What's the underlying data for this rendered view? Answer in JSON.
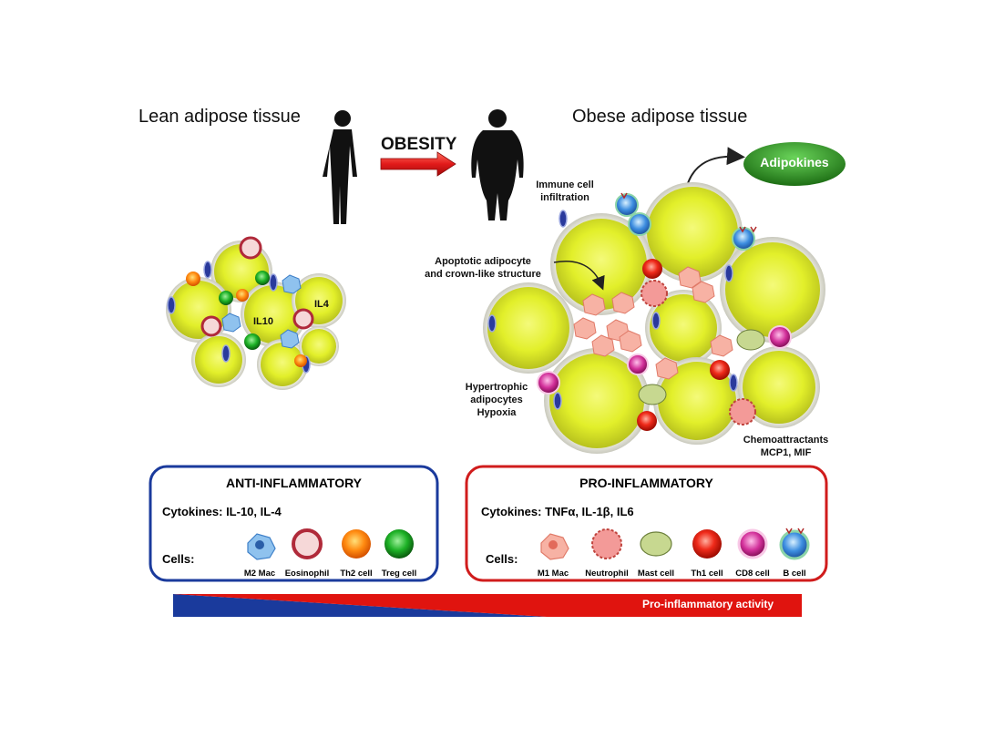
{
  "lean_title": "Lean adipose tissue",
  "obese_title": "Obese adipose tissue",
  "obesity_label": "OBESITY",
  "adipokines_label": "Adipokines",
  "lean_labels": {
    "il4": "IL4",
    "il10": "IL10"
  },
  "obese_labels": {
    "immune_infiltration": [
      "Immune cell",
      "infiltration"
    ],
    "apoptotic": [
      "Apoptotic adipocyte",
      "and crown-like structure"
    ],
    "hypertrophic": [
      "Hypertrophic",
      "adipocytes",
      "Hypoxia"
    ],
    "chemoattractants": [
      "Chemoattractants",
      "MCP1, MIF"
    ]
  },
  "anti_panel": {
    "title": "ANTI-INFLAMMATORY",
    "cytokines": "Cytokines: IL-10, IL-4",
    "cells_label": "Cells:",
    "cells": [
      "M2 Mac",
      "Eosinophil",
      "Th2 cell",
      "Treg cell"
    ]
  },
  "pro_panel": {
    "title": "PRO-INFLAMMATORY",
    "cytokines": "Cytokines: TNFα, IL-1β, IL6",
    "cells_label": "Cells:",
    "cells": [
      "M1 Mac",
      "Neutrophil",
      "Mast cell",
      "Th1 cell",
      "CD8 cell",
      "B cell"
    ]
  },
  "activity_bar": "Pro-inflammatory activity",
  "colors": {
    "anti_border": "#1a3a9c",
    "pro_border": "#d01c1c",
    "adipocyte": "#e8f23a",
    "arrow_red": "#e21a1a",
    "adipokine_green": "#2e9a22"
  }
}
